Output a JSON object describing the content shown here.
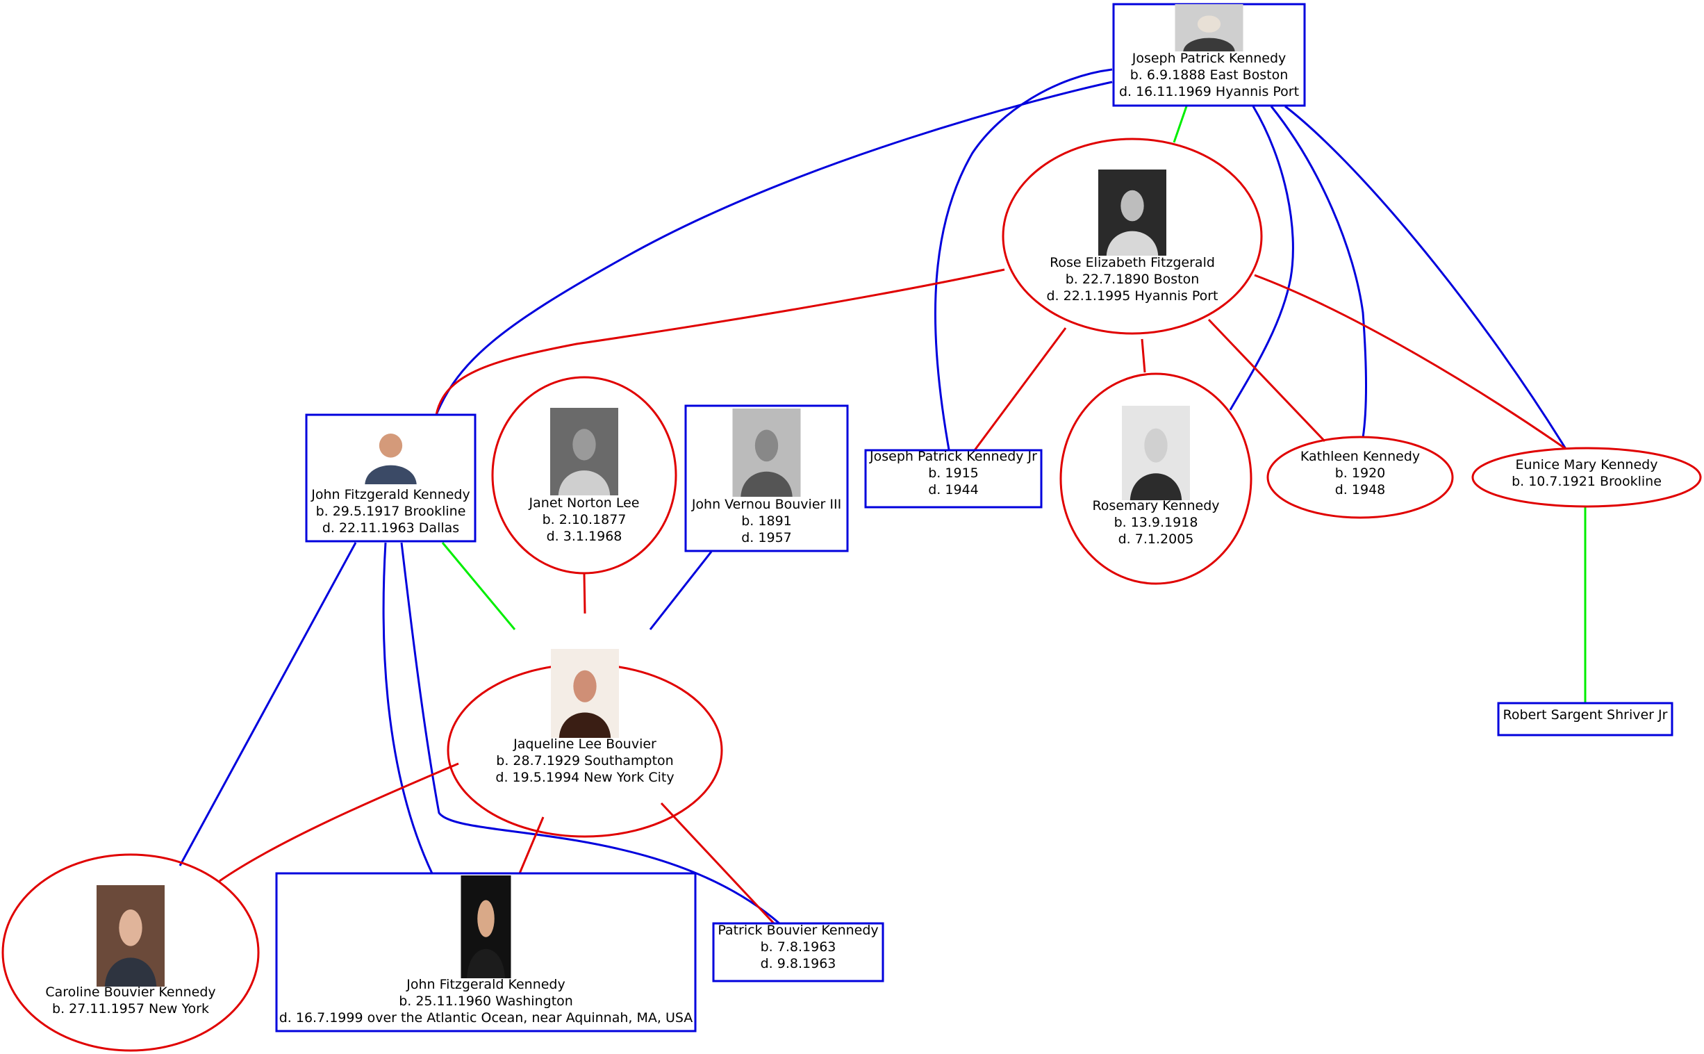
{
  "colors": {
    "male": "#0000dd",
    "female": "#e00000",
    "marriage": "#00ee00",
    "text": "#000000",
    "background": "#ffffff"
  },
  "nodes": [
    {
      "id": "joseph_sr",
      "gender": "male",
      "photo": true,
      "lines": [
        "Joseph Patrick Kennedy",
        "b. 6.9.1888 East Boston",
        "d. 16.11.1969 Hyannis Port"
      ]
    },
    {
      "id": "rose",
      "gender": "female",
      "photo": true,
      "lines": [
        "Rose Elizabeth Fitzgerald",
        "b. 22.7.1890 Boston",
        "d. 22.1.1995 Hyannis Port"
      ]
    },
    {
      "id": "jfk",
      "gender": "male",
      "photo": true,
      "lines": [
        "John Fitzgerald Kennedy",
        "b. 29.5.1917 Brookline",
        "d. 22.11.1963 Dallas"
      ]
    },
    {
      "id": "janet",
      "gender": "female",
      "photo": true,
      "lines": [
        "Janet Norton Lee",
        "b. 2.10.1877",
        "d. 3.1.1968"
      ]
    },
    {
      "id": "bouvier3",
      "gender": "male",
      "photo": true,
      "lines": [
        "John Vernou Bouvier III",
        "b. 1891",
        "d. 1957"
      ]
    },
    {
      "id": "joseph_jr",
      "gender": "male",
      "photo": false,
      "lines": [
        "Joseph Patrick Kennedy Jr",
        "b. 1915",
        "d. 1944"
      ]
    },
    {
      "id": "rosemary",
      "gender": "female",
      "photo": true,
      "lines": [
        "Rosemary Kennedy",
        "b. 13.9.1918",
        "d. 7.1.2005"
      ]
    },
    {
      "id": "kathleen",
      "gender": "female",
      "photo": false,
      "lines": [
        "Kathleen Kennedy",
        "b. 1920",
        "d. 1948"
      ]
    },
    {
      "id": "eunice",
      "gender": "female",
      "photo": false,
      "lines": [
        "Eunice Mary Kennedy",
        "b. 10.7.1921 Brookline"
      ]
    },
    {
      "id": "jackie",
      "gender": "female",
      "photo": true,
      "lines": [
        "Jaqueline Lee Bouvier",
        "b. 28.7.1929 Southampton",
        "d. 19.5.1994 New York City"
      ]
    },
    {
      "id": "shriver",
      "gender": "male",
      "photo": false,
      "lines": [
        "Robert Sargent Shriver Jr"
      ]
    },
    {
      "id": "caroline",
      "gender": "female",
      "photo": true,
      "lines": [
        "Caroline Bouvier Kennedy",
        "b. 27.11.1957 New York"
      ]
    },
    {
      "id": "jfk_jr",
      "gender": "male",
      "photo": true,
      "lines": [
        "John Fitzgerald Kennedy",
        "b. 25.11.1960 Washington",
        "d. 16.7.1999 over the Atlantic Ocean, near Aquinnah, MA, USA"
      ]
    },
    {
      "id": "patrick",
      "gender": "male",
      "photo": false,
      "lines": [
        "Patrick Bouvier Kennedy",
        "b. 7.8.1963",
        "d. 9.8.1963"
      ]
    }
  ],
  "edges": [
    {
      "from": "joseph_sr",
      "to": "rose",
      "type": "marriage"
    },
    {
      "from": "joseph_sr",
      "to": "jfk",
      "type": "father"
    },
    {
      "from": "joseph_sr",
      "to": "joseph_jr",
      "type": "father"
    },
    {
      "from": "joseph_sr",
      "to": "rosemary",
      "type": "father"
    },
    {
      "from": "joseph_sr",
      "to": "kathleen",
      "type": "father"
    },
    {
      "from": "joseph_sr",
      "to": "eunice",
      "type": "father"
    },
    {
      "from": "rose",
      "to": "jfk",
      "type": "mother"
    },
    {
      "from": "rose",
      "to": "joseph_jr",
      "type": "mother"
    },
    {
      "from": "rose",
      "to": "rosemary",
      "type": "mother"
    },
    {
      "from": "rose",
      "to": "kathleen",
      "type": "mother"
    },
    {
      "from": "rose",
      "to": "eunice",
      "type": "mother"
    },
    {
      "from": "jfk",
      "to": "jackie",
      "type": "marriage"
    },
    {
      "from": "janet",
      "to": "jackie",
      "type": "mother"
    },
    {
      "from": "bouvier3",
      "to": "jackie",
      "type": "father"
    },
    {
      "from": "eunice",
      "to": "shriver",
      "type": "marriage"
    },
    {
      "from": "jfk",
      "to": "caroline",
      "type": "father"
    },
    {
      "from": "jfk",
      "to": "jfk_jr",
      "type": "father"
    },
    {
      "from": "jfk",
      "to": "patrick",
      "type": "father"
    },
    {
      "from": "jackie",
      "to": "caroline",
      "type": "mother"
    },
    {
      "from": "jackie",
      "to": "jfk_jr",
      "type": "mother"
    },
    {
      "from": "jackie",
      "to": "patrick",
      "type": "mother"
    }
  ]
}
